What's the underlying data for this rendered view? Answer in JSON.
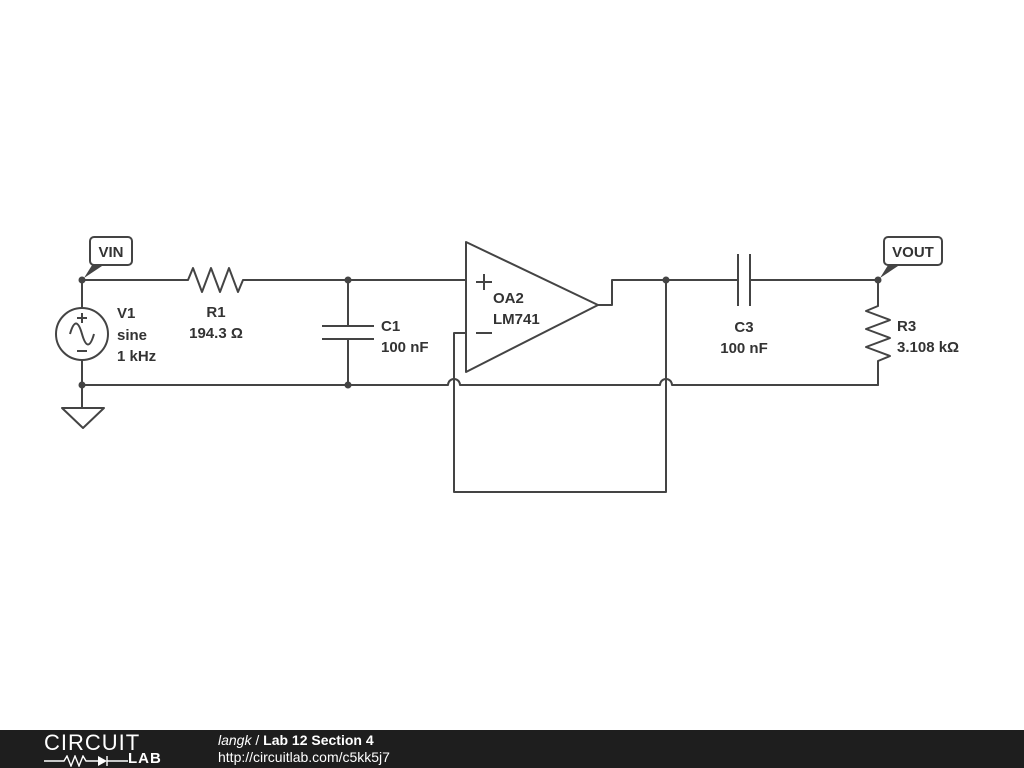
{
  "schematic": {
    "net_labels": {
      "vin": "VIN",
      "vout": "VOUT"
    },
    "components": {
      "v1": {
        "ref": "V1",
        "type": "sine",
        "freq": "1 kHz"
      },
      "r1": {
        "ref": "R1",
        "value": "194.3 Ω"
      },
      "c1": {
        "ref": "C1",
        "value": "100 nF"
      },
      "oa2": {
        "ref": "OA2",
        "model": "LM741",
        "plus": "+",
        "minus": "−"
      },
      "c3": {
        "ref": "C3",
        "value": "100 nF"
      },
      "r3": {
        "ref": "R3",
        "value": "3.108 kΩ"
      }
    }
  },
  "footer": {
    "brand_top": "CIRCUIT",
    "brand_bottom": "LAB",
    "author": "langk",
    "separator": " / ",
    "title": "Lab 12 Section 4",
    "url": "http://circuitlab.com/c5kk5j7"
  },
  "colors": {
    "wire": "#444444",
    "footer_bg": "#1e1e1e",
    "background": "#ffffff"
  }
}
